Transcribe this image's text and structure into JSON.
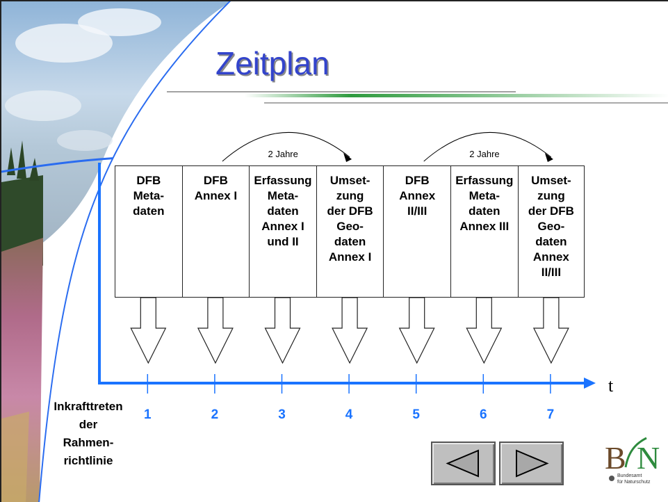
{
  "title": "Zeitplan",
  "boxes": [
    {
      "label": "DFB\nMeta-\ndaten"
    },
    {
      "label": "DFB\nAnnex I"
    },
    {
      "label": "Erfassung\nMeta-\ndaten\nAnnex I\nund II"
    },
    {
      "label": "Umset-\nzung\nder DFB\nGeo-\ndaten\nAnnex I"
    },
    {
      "label": "DFB\nAnnex\nII/III"
    },
    {
      "label": "Erfassung\nMeta-\ndaten\nAnnex III"
    },
    {
      "label": "Umset-\nzung\nder DFB\nGeo-\ndaten\nAnnex\nII/III"
    }
  ],
  "spans": [
    {
      "label": "2 Jahre",
      "from_step": 2,
      "to_step": 4
    },
    {
      "label": "2 Jahre",
      "from_step": 5,
      "to_step": 7
    }
  ],
  "axis": {
    "variable": "t",
    "ticks": [
      "1",
      "2",
      "3",
      "4",
      "5",
      "6",
      "7"
    ],
    "start_label": "Inkrafttreten\nder\nRahmen-\nrichtlinie",
    "color": "#1a73ff"
  },
  "nav": {
    "back_icon": "triangle-left-icon",
    "forward_icon": "triangle-right-icon"
  },
  "logo": {
    "letters": "BfN",
    "line1": "Bundesamt",
    "line2": "für Naturschutz"
  },
  "colors": {
    "title": "#3344cc",
    "axis": "#1a73ff",
    "green_rule": "#3aa84a"
  }
}
